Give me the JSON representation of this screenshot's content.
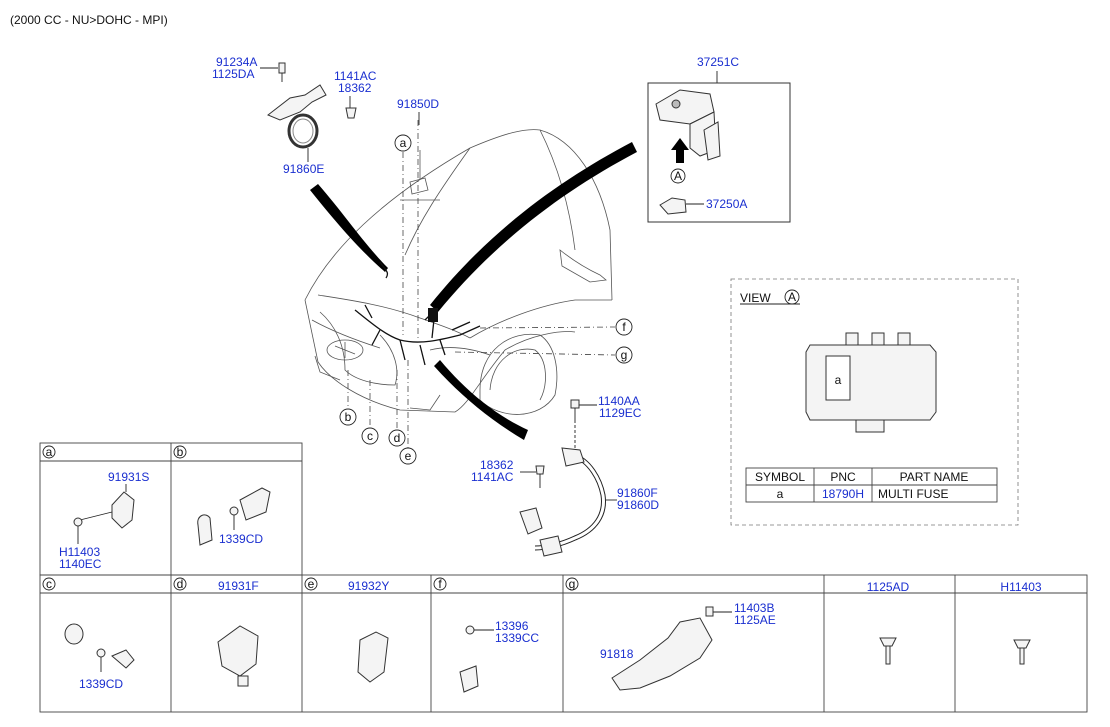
{
  "header": {
    "title": "(2000 CC - NU>DOHC - MPI)"
  },
  "main_labels": {
    "p91234A": "91234A",
    "p1125DA": "1125DA",
    "p1141AC_top": "1141AC",
    "p18362_top": "18362",
    "p91860E": "91860E",
    "p91850D": "91850D",
    "p37251C": "37251C",
    "p37250A": "37250A",
    "p1140AA": "1140AA",
    "p1129EC": "1129EC",
    "p18362_mid": "18362",
    "p1141AC_mid": "1141AC",
    "p91860F": "91860F",
    "p91860D": "91860D",
    "box_A": "A"
  },
  "callouts": [
    "a",
    "b",
    "c",
    "d",
    "e",
    "f",
    "g"
  ],
  "view_a": {
    "title": "VIEW",
    "marker": "A",
    "fuse_label": "a",
    "table": {
      "headers": [
        "SYMBOL",
        "PNC",
        "PART NAME"
      ],
      "rows": [
        [
          "a",
          "18790H",
          "MULTI FUSE"
        ]
      ]
    }
  },
  "panels_row1": {
    "a": {
      "letter": "a",
      "p1": "91931S",
      "p2": "H11403",
      "p3": "1140EC"
    },
    "b": {
      "letter": "b",
      "p1": "1339CD"
    }
  },
  "panels_row2": {
    "c": {
      "letter": "c",
      "p1": "1339CD"
    },
    "d": {
      "letter": "d",
      "p1": "91931F"
    },
    "e": {
      "letter": "e",
      "p1": "91932Y"
    },
    "f": {
      "letter": "f",
      "p1": "13396",
      "p2": "1339CC"
    },
    "g": {
      "letter": "g",
      "p1": "91818",
      "p2": "11403B",
      "p3": "1125AE"
    },
    "h": {
      "title": "1125AD"
    },
    "i": {
      "title": "H11403"
    }
  }
}
